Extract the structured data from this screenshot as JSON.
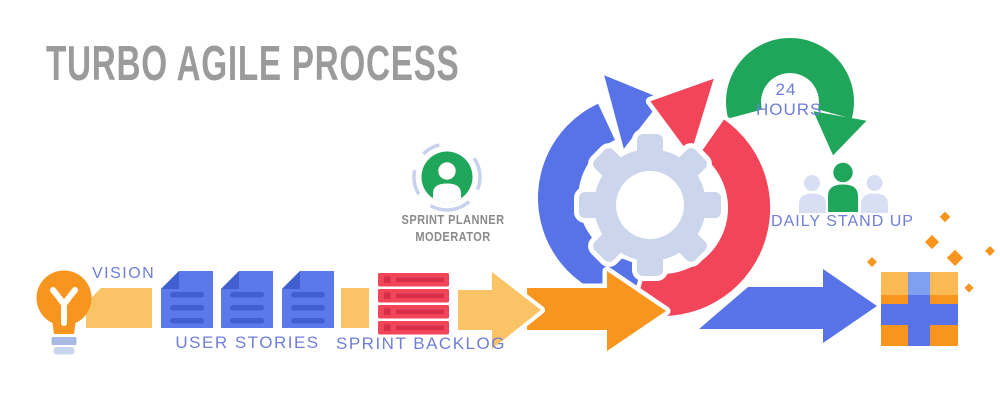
{
  "title": "TURBO AGILE PROCESS",
  "labels": {
    "vision": "VISION",
    "user_stories": "USER STORIES",
    "sprint_backlog": "SPRINT BACKLOG",
    "sprint_planner_line1": "SPRINT PLANNER",
    "sprint_planner_line2": "MODERATOR",
    "sprint_duration_line1": "24",
    "sprint_duration_line2": "HOURS",
    "daily_standup": "DAILY STAND UP"
  },
  "colors": {
    "blue": "#5873E7",
    "doc_blue": "#5B79E8",
    "dark_blue": "#4160CF",
    "red": "#F2455A",
    "dark_red": "#D62E48",
    "green": "#1FA65A",
    "orange": "#F8951E",
    "light_orange": "#FAC466",
    "gear_lavender": "#CBD5EC",
    "people_lavender": "#D8DEF3",
    "label_blue": "#6F7ED9",
    "title_gray": "#9B9B9B",
    "moderator_gray": "#8A8A8A"
  },
  "icons": [
    "lightbulb-icon",
    "document-icon",
    "backlog-list-icon",
    "moderator-avatar-icon",
    "sprint-cycle-icon",
    "gear-icon",
    "24-hours-loop-icon",
    "standup-team-icon",
    "gift-box-icon",
    "confetti-icon"
  ]
}
